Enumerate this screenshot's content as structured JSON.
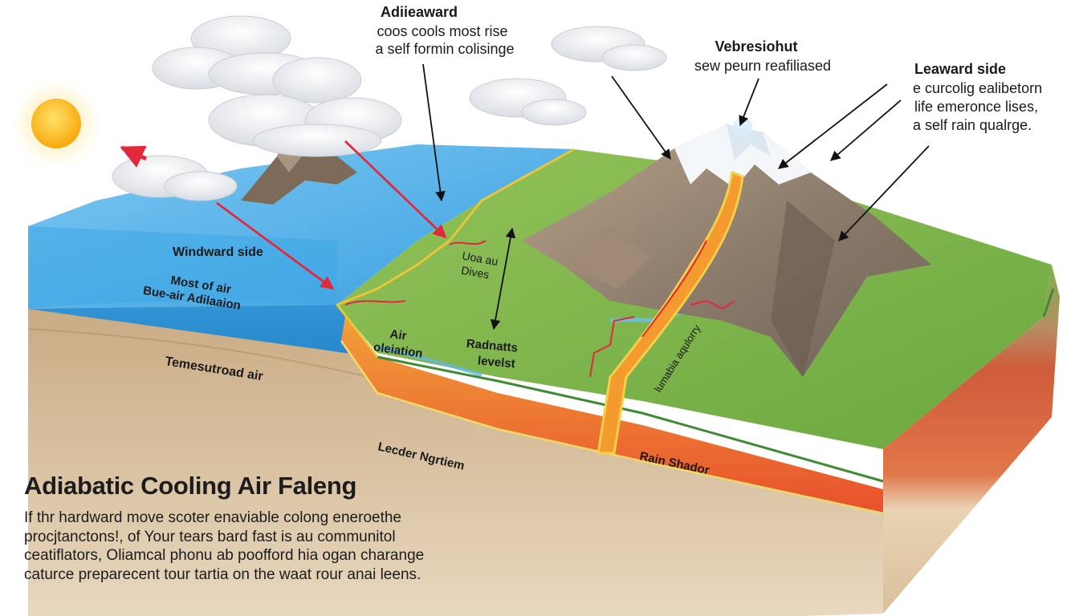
{
  "callouts": {
    "adiabatic": {
      "title": "Adiieaward",
      "line1": "coos cools most rise",
      "line2": "a self formin colisinge"
    },
    "vebresiohut": {
      "title": "Vebresiohut",
      "line1": "sew peurn reafiliased"
    },
    "leeward": {
      "title": "Leaward side",
      "line1": "e curcolig ealibetorn",
      "line2": "life emeronce lises,",
      "line3": "a self rain qualrge."
    }
  },
  "labels": {
    "windward": "Windward side",
    "most_air_1": "Most of air",
    "most_air_2": "Bue-air Adilaaion",
    "temp_air": "Temesutroad air",
    "leeder": "Lecder Ngrtiem",
    "uoa_1": "Uoa au",
    "uoa_2": "Dives",
    "air_1": "Air",
    "air_2": "oleiation",
    "radnatts_1": "Radnatts",
    "radnatts_2": "levelst",
    "magma": "lumabia aqulorry",
    "rain_shadow": "Rain Shador"
  },
  "title": "Adiabatic Cooling Air Faleng",
  "description": [
    "If thr hardward move scoter enaviable colong eneroethe",
    "procjtanctons!, of Your tears bard fast is au communitol",
    "ceatiflators, Oliamcal phonu ab poofford hia ogan charange",
    "caturce preparecent tour tartia on the waat rour anai leens."
  ],
  "colors": {
    "sea": "#4fb3e8",
    "land": "#7fb247",
    "soil": "#b79a74",
    "magma": "#f07a2e",
    "arrow_red": "#e2283c",
    "sun": "#ffc31a"
  }
}
